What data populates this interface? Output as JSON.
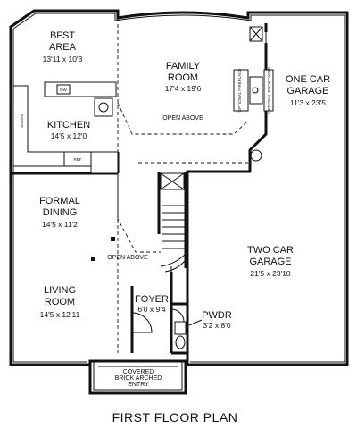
{
  "plan": {
    "title": "FIRST FLOOR PLAN",
    "rooms": {
      "bfst_area": {
        "line1": "BFST",
        "line2": "AREA",
        "dim": "13'11 x 10'3"
      },
      "family_room": {
        "line1": "FAMILY",
        "line2": "ROOM",
        "dim": "17'4 x 19'6"
      },
      "one_car_garage": {
        "line1": "ONE CAR",
        "line2": "GARAGE",
        "dim": "11'3 x 23'5"
      },
      "kitchen": {
        "line1": "KITCHEN",
        "dim": "14'5 x 12'0"
      },
      "formal_dining": {
        "line1": "FORMAL",
        "line2": "DINING",
        "dim": "14'5 x 11'2"
      },
      "two_car_garage": {
        "line1": "TWO CAR",
        "line2": "GARAGE",
        "dim": "21'5 x 23'10"
      },
      "living_room": {
        "line1": "LIVING",
        "line2": "ROOM",
        "dim": "14'5 x 12'11"
      },
      "foyer": {
        "line1": "FOYER",
        "dim": "6'0 x 9'4"
      },
      "pwdr": {
        "line1": "PWDR",
        "dim": "3'2 x 8'0"
      },
      "entry": {
        "line1": "COVERED",
        "line2": "BRICK ARCHED",
        "line3": "ENTRY"
      }
    },
    "notes": {
      "open_above_family": "OPEN ABOVE",
      "open_above_foyer": "OPEN ABOVE",
      "optional_fireplace": "OPTIONAL FIREPLACE",
      "optional_bookcases": "OPTIONAL BOOKCASES",
      "dw": "DW",
      "ref": "REF",
      "range": "RANGE"
    }
  }
}
